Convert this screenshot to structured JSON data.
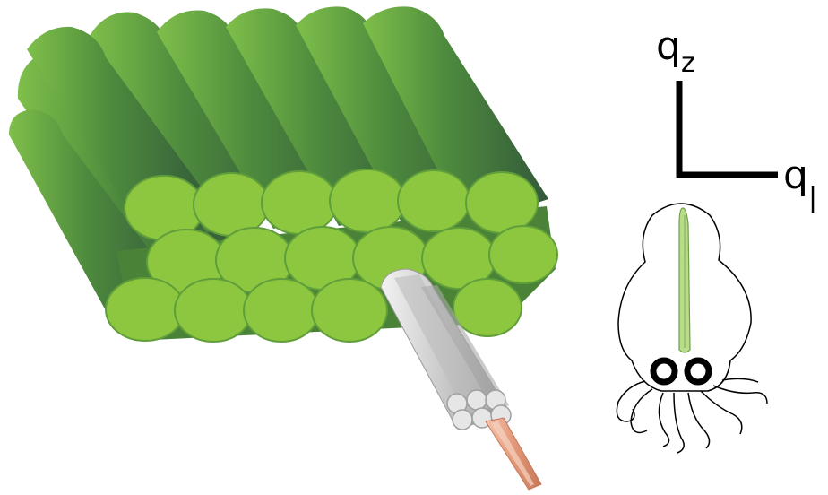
{
  "axes": {
    "vertical_label": "q",
    "vertical_subscript": "z",
    "horizontal_label": "q",
    "horizontal_subscript": "|"
  },
  "colors": {
    "rod_light": "#8dc63f",
    "rod_dark": "#3a6b37",
    "fiber_gray": "#b5b5b5",
    "core_copper": "#e39a7a",
    "squid_stripe": "#b9dc8a"
  },
  "icons": [
    "green-rod-bundle",
    "gray-fiber-bundle",
    "copper-core",
    "squid-icon",
    "axes-icon"
  ]
}
